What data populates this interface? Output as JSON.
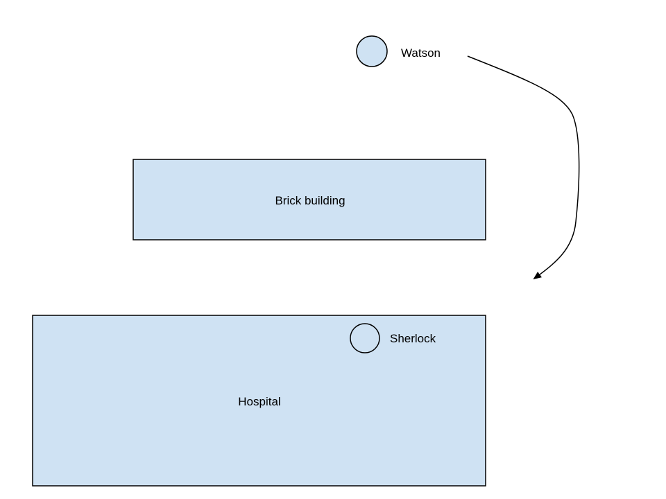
{
  "diagram": {
    "nodes": {
      "watson": {
        "label": "Watson",
        "shape": "circle"
      },
      "brick_building": {
        "label": "Brick building",
        "shape": "rectangle"
      },
      "hospital": {
        "label": "Hospital",
        "shape": "rectangle"
      },
      "sherlock": {
        "label": "Sherlock",
        "shape": "circle"
      }
    },
    "edges": [
      {
        "from": "watson",
        "to": "hospital-area",
        "style": "curved-arrow"
      }
    ]
  },
  "colors": {
    "fill": "#cfe2f3",
    "stroke": "#000000",
    "sherlock_fill": "#ffffff",
    "background": "#ffffff"
  }
}
